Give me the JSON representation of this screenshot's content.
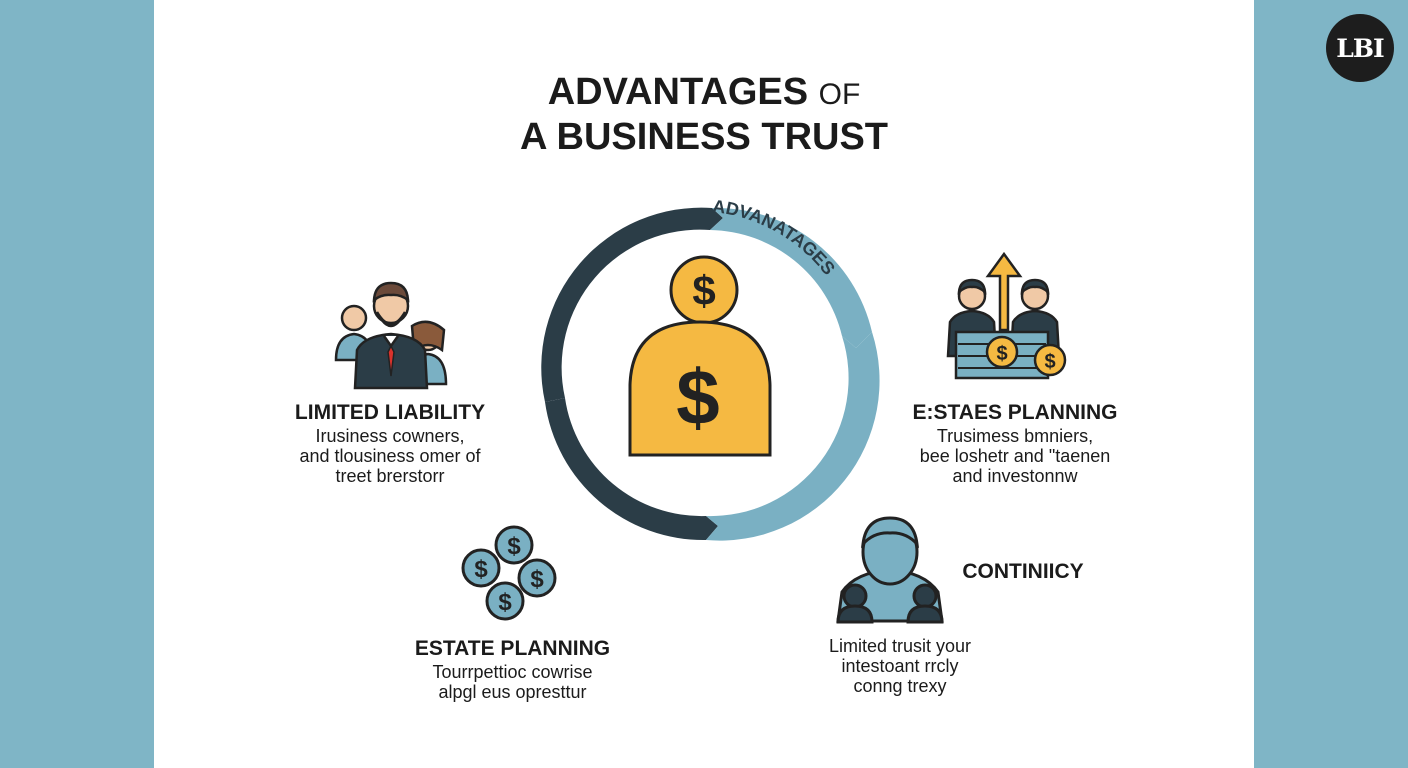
{
  "logo": {
    "text": "LBI"
  },
  "title": {
    "line1": "ADVANTAGES",
    "line1_small": "OF",
    "line2": "A BUSINESS TRUST"
  },
  "cycle": {
    "arc_label": "ADVANATAGES",
    "icon": "money-bag-icon",
    "colors": {
      "dark": "#2b3d47",
      "light": "#7ab0c3",
      "gold": "#f5b942"
    }
  },
  "blocks": {
    "limited_liability": {
      "heading": "LIMITED LIABILITY",
      "lines": [
        "Irusiness cowners,",
        "and tlousiness omer of",
        "treet brerstorr"
      ],
      "icon": "people-group-icon"
    },
    "estaes_planning": {
      "heading": "E:STAES PLANNING",
      "lines": [
        "Trusimess bmniers,",
        "bee loshetr and \"taenen",
        "and investonnw"
      ],
      "icon": "investors-growth-icon"
    },
    "estate_planning": {
      "heading": "ESTATE PLANNING",
      "lines": [
        "Tourrpettioc cowrise",
        "alpgl eus opresttur"
      ],
      "icon": "coins-icon"
    },
    "continuity": {
      "heading": "CONTINIICY",
      "lines": [
        "Limited trusit your",
        "intestoant rrcly",
        "conng trexy"
      ],
      "icon": "person-group-icon"
    }
  }
}
